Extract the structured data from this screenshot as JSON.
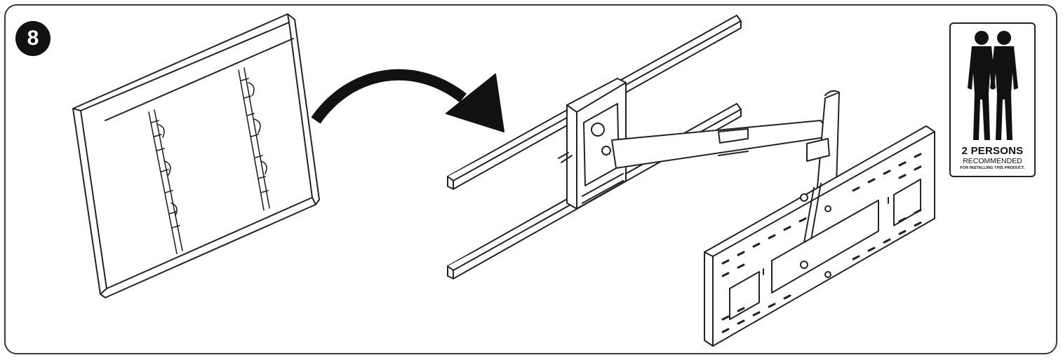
{
  "step": {
    "number": "8"
  },
  "notice": {
    "title": "2 PERSONS",
    "subtitle": "RECOMMENDED",
    "note": "FOR INSTALLING THIS PRODUCT.",
    "icon": "two-persons-icon"
  },
  "colors": {
    "line": "#222222",
    "badge": "#111111",
    "background": "#ffffff"
  }
}
